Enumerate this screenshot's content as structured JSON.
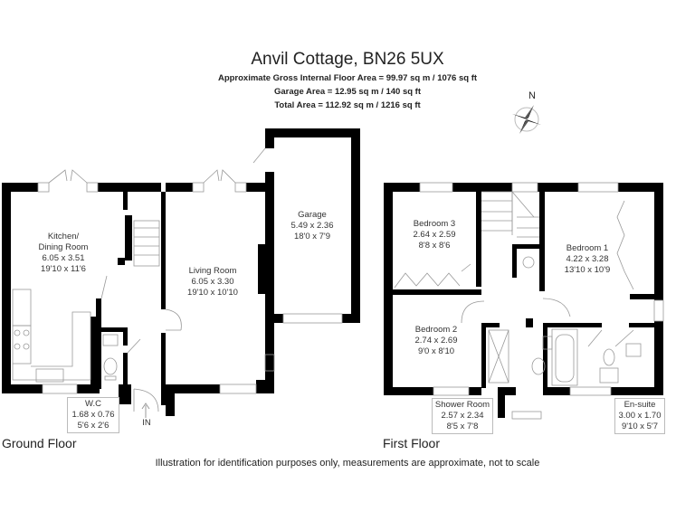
{
  "header": {
    "title": "Anvil Cottage, BN26 5UX",
    "gross_internal_area": "Approximate Gross Internal Floor Area = 99.97 sq m / 1076 sq ft",
    "garage_area": "Garage Area = 12.95 sq m / 140 sq ft",
    "total_area": "Total Area = 112.92 sq m / 1216 sq ft"
  },
  "compass": {
    "label": "N",
    "icon": "compass-rose-icon"
  },
  "ground_floor": {
    "label": "Ground Floor",
    "entrance_label": "IN",
    "rooms": [
      {
        "name": "Kitchen/",
        "name2": "Dining Room",
        "metric": "6.05 x 3.51",
        "imperial": "19'10 x 11'6"
      },
      {
        "name": "Living Room",
        "metric": "6.05 x 3.30",
        "imperial": "19'10 x 10'10"
      },
      {
        "name": "Garage",
        "metric": "5.49 x 2.36",
        "imperial": "18'0 x 7'9"
      },
      {
        "name": "W.C",
        "metric": "1.68 x 0.76",
        "imperial": "5'6 x 2'6"
      }
    ]
  },
  "first_floor": {
    "label": "First Floor",
    "rooms": [
      {
        "name": "Bedroom 3",
        "metric": "2.64 x 2.59",
        "imperial": "8'8 x 8'6"
      },
      {
        "name": "Bedroom 1",
        "metric": "4.22 x 3.28",
        "imperial": "13'10 x 10'9"
      },
      {
        "name": "Bedroom 2",
        "metric": "2.74 x 2.69",
        "imperial": "9'0 x 8'10"
      },
      {
        "name": "Shower Room",
        "metric": "2.57 x 2.34",
        "imperial": "8'5 x 7'8"
      },
      {
        "name": "En-suite",
        "metric": "3.00 x 1.70",
        "imperial": "9'10 x 5'7"
      }
    ]
  },
  "footer": {
    "disclaimer": "Illustration for identification purposes only, measurements are approximate, not to scale"
  }
}
